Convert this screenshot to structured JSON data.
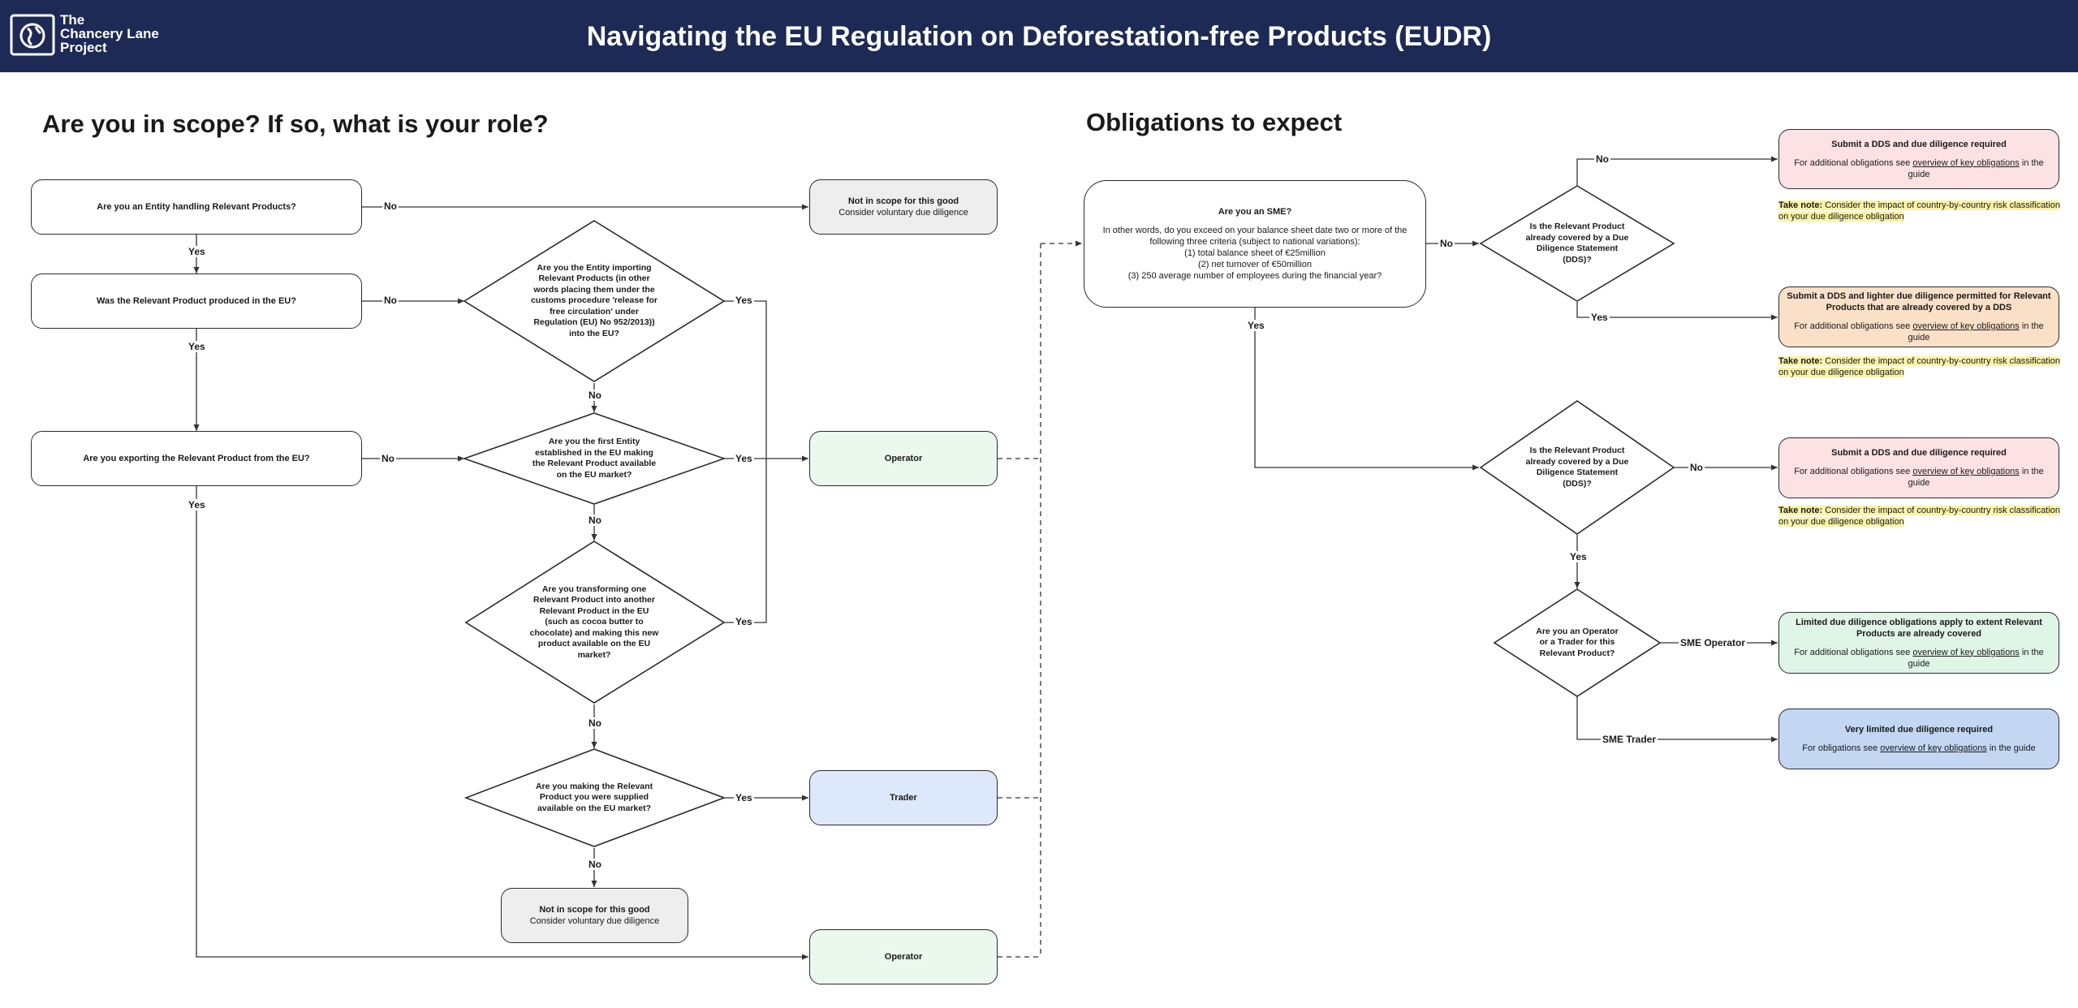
{
  "header": {
    "brand_line1": "The",
    "brand_line2": "Chancery Lane",
    "brand_line3": "Project",
    "title": "Navigating the EU Regulation on Deforestation-free Products (EUDR)",
    "logo_icon": "globe-logo-icon"
  },
  "left_section": {
    "title": "Are you in scope? If so, what is your role?",
    "q_entity": "Are you an Entity handling Relevant Products?",
    "q_produced_eu": "Was the Relevant Product produced in the EU?",
    "q_exporting": "Are you exporting the Relevant Product from the EU?",
    "d_importing": "Are you the Entity importing Relevant Products (in other words placing them under the customs procedure 'release for free circulation' under Regulation (EU) No 952/2013)) into the EU?",
    "d_first_entity": "Are you the first Entity established in the EU making the Relevant Product available on the EU market?",
    "d_transforming": "Are you transforming one Relevant Product into another Relevant Product in the EU (such as cocoa butter to chocolate) and making this new product available on the EU market?",
    "d_making_available": "Are you making the Relevant Product you were supplied available on the EU market?",
    "not_scope_title": "Not in scope for this good",
    "not_scope_sub": "Consider voluntary due diligence",
    "operator": "Operator",
    "trader": "Trader"
  },
  "right_section": {
    "title": "Obligations to expect",
    "sme_title": "Are you an SME?",
    "sme_line1": "In other words, do you exceed on your balance sheet date two or more of the following three criteria (subject to national variations):",
    "sme_line2": "(1) total balance sheet of €25million",
    "sme_line3": "(2) net turnover of €50million",
    "sme_line4": "(3) 250 average number of employees during the financial year?",
    "d_dds": "Is the Relevant Product already covered by a Due Diligence Statement (DDS)?",
    "d_operator_trader": "Are you an Operator or a Trader for this Relevant Product?",
    "out1_title": "Submit a DDS and due diligence required",
    "out2_title": "Submit a DDS and lighter due diligence permitted for Relevant Products that are already covered by a DDS",
    "out3_title": "Submit a DDS and due diligence required",
    "out4_title": "Limited due diligence obligations apply to extent Relevant Products are already covered",
    "out5_title": "Very limited due diligence required",
    "add_pre": "For additional obligations see",
    "obl_pre": "For obligations see",
    "link_text": "overview of key obligations",
    "guide_post": "in the guide",
    "take_note_label": "Take note:",
    "take_note_text": "Consider the impact of country-by-country risk classification on your due diligence obligation"
  },
  "labels": {
    "yes": "Yes",
    "no": "No",
    "sme_operator": "SME Operator",
    "sme_trader": "SME Trader"
  },
  "colors": {
    "header_bg": "#1d2a56",
    "operator_fill": "#eaf8ee",
    "trader_fill": "#dde9fa",
    "not_scope_fill": "#eeeeee",
    "dds_required_fill": "#fde2e4",
    "lighter_dd_fill": "#fbe0c8",
    "limited_dd_fill": "#dff5e6",
    "very_limited_fill": "#c3d7f3",
    "take_note_highlight": "#fbf3a6"
  }
}
